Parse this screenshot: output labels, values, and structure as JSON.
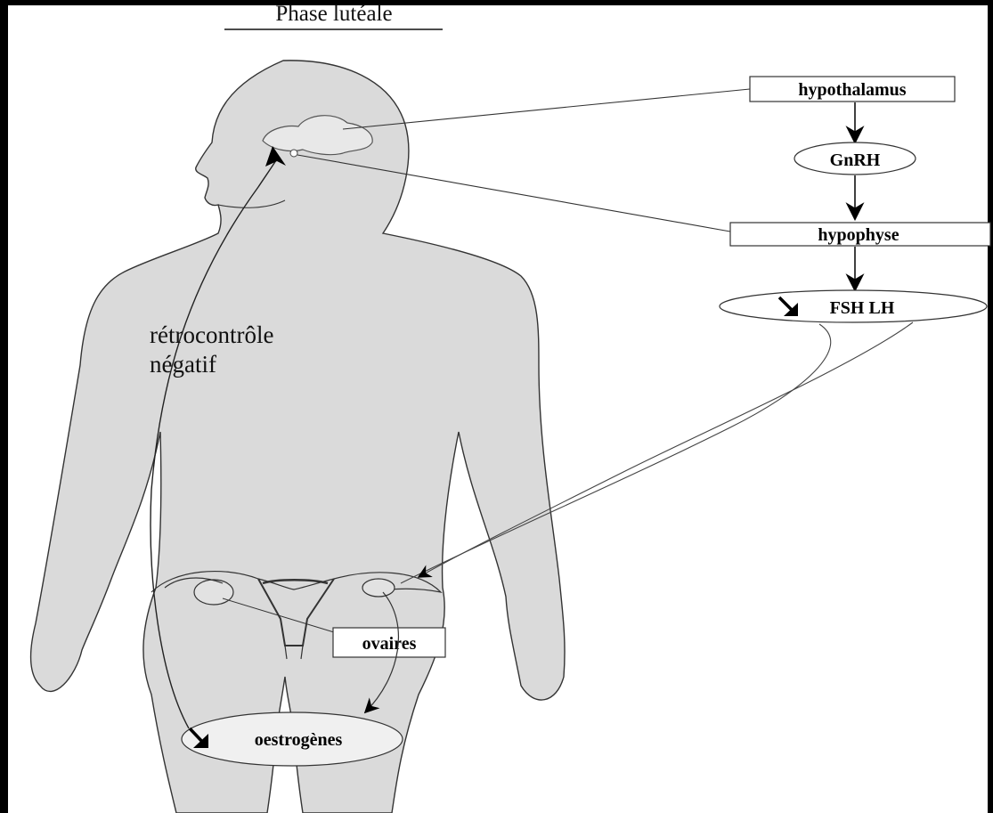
{
  "title": "Phase lutéale",
  "feedback_label": {
    "line1": "rétrocontrôle",
    "line2": "négatif"
  },
  "nodes": {
    "hypothalamus": "hypothalamus",
    "gnrh": "GnRH",
    "hypophyse": "hypophyse",
    "fsh_lh": "FSH LH",
    "ovaires": "ovaires",
    "oestrogenes": "oestrogènes"
  },
  "symbols": {
    "decrease_arrow": "decrease-arrow-icon"
  },
  "colors": {
    "body_fill": "#dadada",
    "outline": "#333333",
    "frame": "#000000",
    "background": "#ffffff"
  }
}
